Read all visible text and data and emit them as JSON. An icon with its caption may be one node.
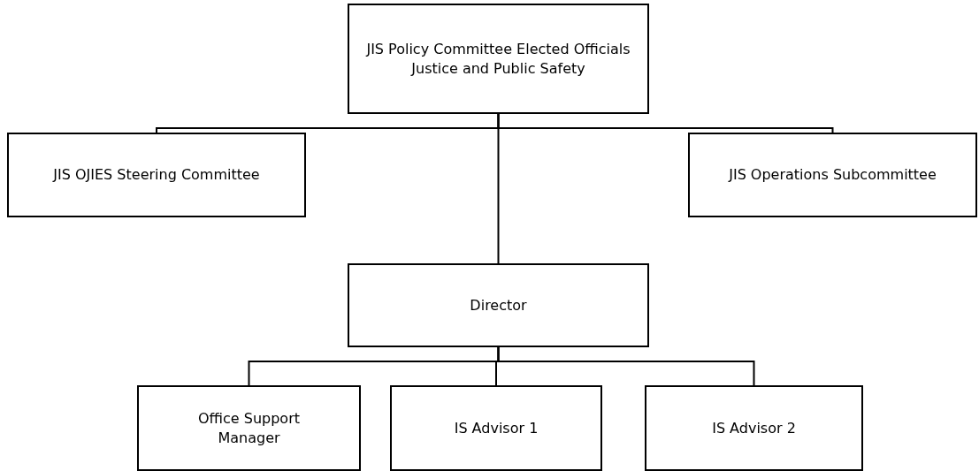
{
  "diagram": {
    "nodes": [
      {
        "text": [
          "JIS Policy Committee Elected Officials Justice and Public Safety"
        ]
      },
      {
        "text": [
          "JIS OJIES Steering Committee"
        ]
      },
      {
        "text": [
          "JIS Operations Subcommittee"
        ]
      },
      {
        "text": [
          "Director"
        ]
      },
      {
        "text": [
          "Office Support Manager"
        ]
      },
      {
        "text": [
          "IS Advisor 1"
        ]
      },
      {
        "text": [
          "IS Advisor 2"
        ]
      }
    ],
    "edges": [
      {
        "from": 0,
        "to": 1,
        "arrow": "none"
      },
      {
        "from": 0,
        "to": 2,
        "arrow": "none"
      },
      {
        "from": 0,
        "to": 3,
        "arrow": "none"
      },
      {
        "from": 3,
        "to": 4,
        "arrow": "none"
      },
      {
        "from": 3,
        "to": 5,
        "arrow": "none"
      },
      {
        "from": 3,
        "to": 6,
        "arrow": "none"
      }
    ]
  }
}
